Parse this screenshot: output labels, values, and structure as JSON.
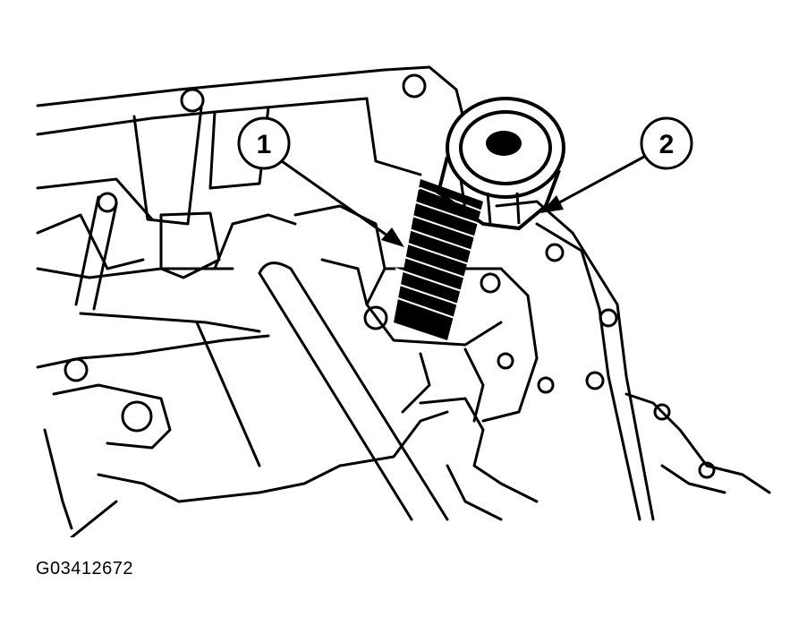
{
  "diagram": {
    "callouts": [
      {
        "id": "1",
        "label": "1"
      },
      {
        "id": "2",
        "label": "2"
      }
    ],
    "figure_id": "G03412672",
    "colors": {
      "ink": "#000000",
      "paper": "#ffffff"
    }
  }
}
